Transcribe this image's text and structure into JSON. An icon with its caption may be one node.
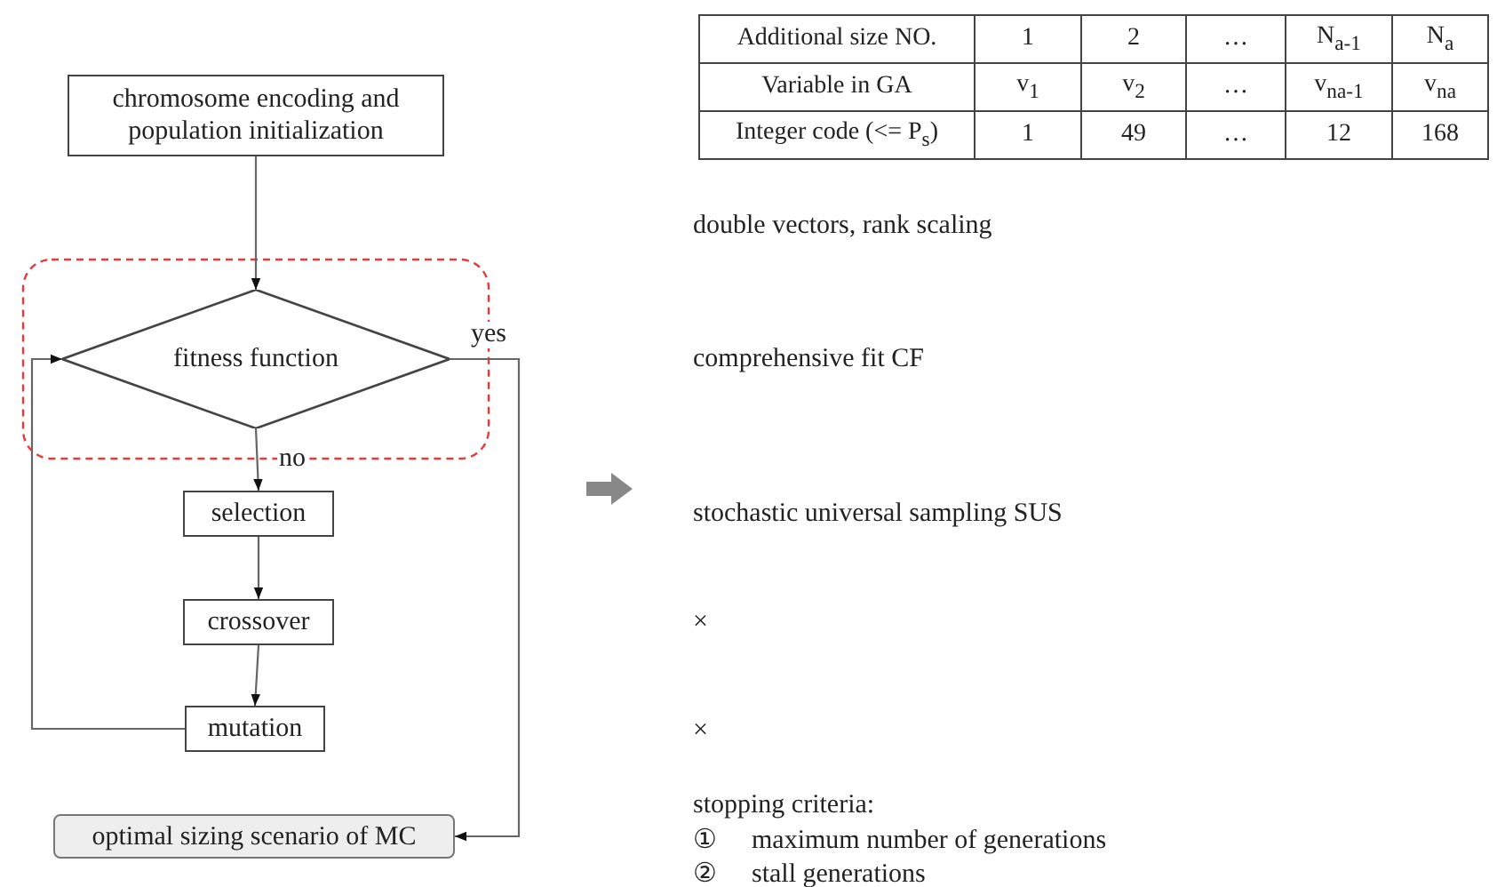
{
  "diagram": {
    "nodes": [
      {
        "text": [
          "chromosome encoding and population initialization"
        ]
      },
      {
        "text": [
          "fitness function"
        ]
      },
      {
        "text": [
          "selection"
        ]
      },
      {
        "text": [
          "crossover"
        ]
      },
      {
        "text": [
          "mutation"
        ]
      },
      {
        "text": [
          "optimal sizing scenario of MC"
        ]
      }
    ],
    "edges": [
      {
        "from": 0,
        "to": 1,
        "arrow": "to"
      },
      {
        "from": 1,
        "to": 2,
        "arrow": "to",
        "label": "no"
      },
      {
        "from": 2,
        "to": 3,
        "arrow": "to"
      },
      {
        "from": 3,
        "to": 4,
        "arrow": "to"
      },
      {
        "from": 4,
        "to": 1,
        "arrow": "to"
      },
      {
        "from": 1,
        "to": 5,
        "arrow": "to",
        "label": "yes"
      }
    ],
    "labels": [
      "Additional size NO.",
      "1",
      "2",
      "…",
      "N$_{a-1}$",
      "N$_{a}$",
      "Variable in GA",
      "v$_{1}$",
      "v$_{2}$",
      "…",
      "v$_{na-1}$",
      "v$_{na}$",
      "Integer code (<= P$_{s}$)",
      "1",
      "49",
      "…",
      "12",
      "168",
      "double vectors, rank scaling",
      "comprehensive fit CF",
      "stochastic universal sampling SUS",
      "×",
      "×",
      "stopping criteria:",
      "①",
      "maximum number of generations",
      "②",
      "stall generations"
    ]
  }
}
